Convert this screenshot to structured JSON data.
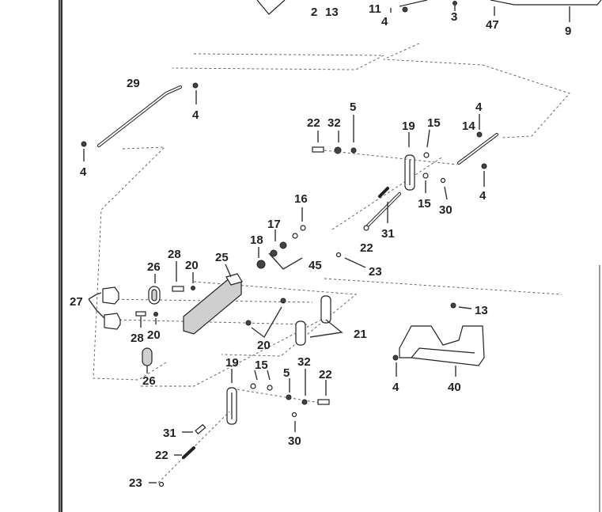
{
  "labels": {
    "l2": "2",
    "l13a": "13",
    "l11": "11",
    "l4a": "4",
    "l3": "3",
    "l47": "47",
    "l9": "9",
    "l29": "29",
    "l4b": "4",
    "l4c": "4",
    "l22a": "22",
    "l32a": "32",
    "l5a": "5",
    "l19a": "19",
    "l15a": "15",
    "l4d": "4",
    "l14": "14",
    "l4e": "4",
    "l15b": "15",
    "l30a": "30",
    "l31a": "31",
    "l22b": "22",
    "l23a": "23",
    "l16": "16",
    "l17": "17",
    "l18": "18",
    "l45": "45",
    "l28a": "28",
    "l26a": "26",
    "l20a": "20",
    "l25": "25",
    "l27": "27",
    "l28b": "28",
    "l20b": "20",
    "l20c": "20",
    "l21": "21",
    "l26b": "26",
    "l13b": "13",
    "l4f": "4",
    "l40": "40",
    "l19b": "19",
    "l15c": "15",
    "l5b": "5",
    "l32b": "32",
    "l22c": "22",
    "l31b": "31",
    "l30b": "30",
    "l22d": "22",
    "l23b": "23"
  }
}
